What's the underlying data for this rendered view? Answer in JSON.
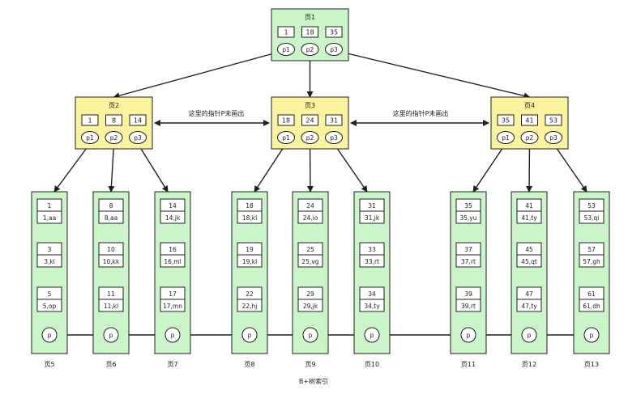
{
  "caption": "B+树索引",
  "note": "这里的指针P未画出",
  "root": {
    "label": "页1",
    "keys": [
      "1",
      "18",
      "35"
    ],
    "ptrs": [
      "p1",
      "p2",
      "p3"
    ]
  },
  "internal": [
    {
      "label": "页2",
      "keys": [
        "1",
        "8",
        "14"
      ],
      "ptrs": [
        "p1",
        "p2",
        "p3"
      ]
    },
    {
      "label": "页3",
      "keys": [
        "18",
        "24",
        "31"
      ],
      "ptrs": [
        "p1",
        "p2",
        "p3"
      ]
    },
    {
      "label": "页4",
      "keys": [
        "35",
        "41",
        "53"
      ],
      "ptrs": [
        "p1",
        "p2",
        "p3"
      ]
    }
  ],
  "leaves": [
    {
      "label": "页5",
      "rows": [
        [
          "1",
          "1,aa"
        ],
        [
          "3",
          "3,kl"
        ],
        [
          "5",
          "5,op"
        ]
      ],
      "ptr": "p"
    },
    {
      "label": "页6",
      "rows": [
        [
          "8",
          "8,aa"
        ],
        [
          "10",
          "10,kk"
        ],
        [
          "11",
          "11,kl"
        ]
      ],
      "ptr": "p"
    },
    {
      "label": "页7",
      "rows": [
        [
          "14",
          "14,jk"
        ],
        [
          "16",
          "16,ml"
        ],
        [
          "17",
          "17,mn"
        ]
      ],
      "ptr": "p"
    },
    {
      "label": "页8",
      "rows": [
        [
          "18",
          "18,kl"
        ],
        [
          "19",
          "19,kl"
        ],
        [
          "22",
          "22,hj"
        ]
      ],
      "ptr": "p"
    },
    {
      "label": "页9",
      "rows": [
        [
          "24",
          "24,io"
        ],
        [
          "25",
          "25,vg"
        ],
        [
          "29",
          "29,jk"
        ]
      ],
      "ptr": "p"
    },
    {
      "label": "页10",
      "rows": [
        [
          "31",
          "31,jk"
        ],
        [
          "33",
          "33,rt"
        ],
        [
          "34",
          "34,ty"
        ]
      ],
      "ptr": "p"
    },
    {
      "label": "页11",
      "rows": [
        [
          "35",
          "35,yu"
        ],
        [
          "37",
          "37,rt"
        ],
        [
          "39",
          "39,rt"
        ]
      ],
      "ptr": "p"
    },
    {
      "label": "页12",
      "rows": [
        [
          "41",
          "41,ty"
        ],
        [
          "45",
          "45,qt"
        ],
        [
          "47",
          "47,ty"
        ]
      ],
      "ptr": "p"
    },
    {
      "label": "页13",
      "rows": [
        [
          "53",
          "53,qi"
        ],
        [
          "57",
          "57,gh"
        ],
        [
          "61",
          "61,dh"
        ]
      ],
      "ptr": "p"
    }
  ]
}
